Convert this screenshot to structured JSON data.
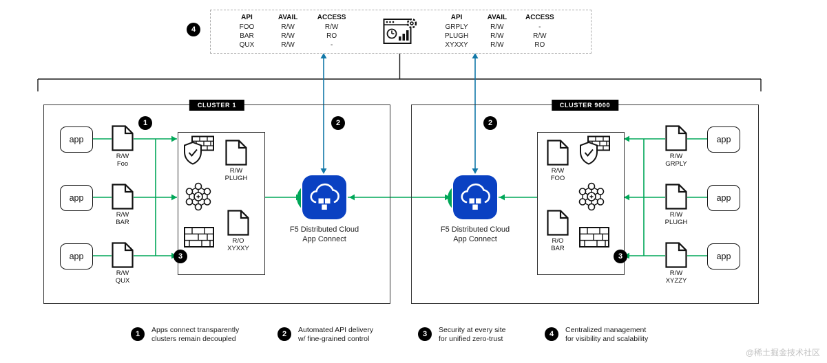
{
  "colors": {
    "green_line": "#00a758",
    "blue_arrow": "#1278a8",
    "f5_blue": "#0a41c2",
    "badge_black": "#000000"
  },
  "api_panel": {
    "badge": "4",
    "left_table": {
      "headers": [
        "API",
        "AVAIL",
        "ACCESS"
      ],
      "rows": [
        [
          "FOO",
          "R/W",
          "R/W"
        ],
        [
          "BAR",
          "R/W",
          "RO"
        ],
        [
          "QUX",
          "R/W",
          "-"
        ]
      ]
    },
    "right_table": {
      "headers": [
        "API",
        "AVAIL",
        "ACCESS"
      ],
      "rows": [
        [
          "GRPLY",
          "R/W",
          "-"
        ],
        [
          "PLUGH",
          "R/W",
          "R/W"
        ],
        [
          "XYXXY",
          "R/W",
          "RO"
        ]
      ]
    }
  },
  "cluster_left": {
    "label": "CLUSTER 1",
    "badge_apps": "1",
    "badge_security": "3",
    "apps": [
      {
        "label": "app"
      },
      {
        "label": "app"
      },
      {
        "label": "app"
      }
    ],
    "docs": [
      {
        "line1": "R/W",
        "line2": "Foo"
      },
      {
        "line1": "R/W",
        "line2": "BAR"
      },
      {
        "line1": "R/W",
        "line2": "QUX"
      }
    ],
    "gateway_docs": [
      {
        "line1": "R/W",
        "line2": "PLUGH"
      },
      {
        "line1": "R/O",
        "line2": "XYXXY"
      }
    ]
  },
  "cluster_right": {
    "label": "CLUSTER 9000",
    "badge_security": "3",
    "apps": [
      {
        "label": "app"
      },
      {
        "label": "app"
      },
      {
        "label": "app"
      }
    ],
    "docs": [
      {
        "line1": "R/W",
        "line2": "GRPLY"
      },
      {
        "line1": "R/W",
        "line2": "PLUGH"
      },
      {
        "line1": "R/W",
        "line2": "XYZZY"
      }
    ],
    "gateway_docs": [
      {
        "line1": "R/W",
        "line2": "FOO"
      },
      {
        "line1": "R/O",
        "line2": "BAR"
      }
    ]
  },
  "f5_left": {
    "badge": "2",
    "label_line1": "F5 Distributed Cloud",
    "label_line2": "App Connect"
  },
  "f5_right": {
    "badge": "2",
    "label_line1": "F5 Distributed Cloud",
    "label_line2": "App Connect"
  },
  "legend": [
    {
      "num": "1",
      "line1": "Apps connect transparently",
      "line2": "clusters remain decoupled"
    },
    {
      "num": "2",
      "line1": "Automated API delivery",
      "line2": "w/ fine-grained control"
    },
    {
      "num": "3",
      "line1": "Security at every site",
      "line2": "for unified zero-trust"
    },
    {
      "num": "4",
      "line1": "Centralized management",
      "line2": "for visibility and scalability"
    }
  ],
  "watermark": "@稀土掘金技术社区"
}
